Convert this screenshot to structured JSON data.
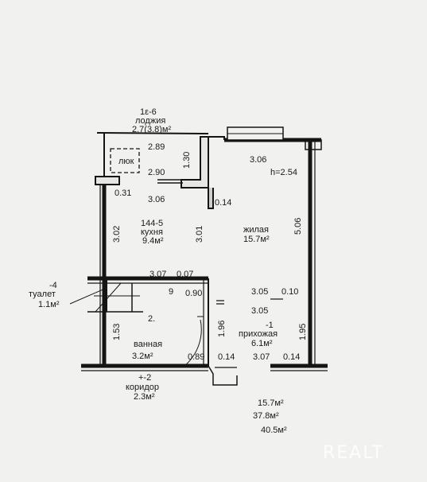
{
  "rooms": {
    "loggia": {
      "num": "1ε-6",
      "name": "лоджия",
      "area": "2.7(3.8)м²"
    },
    "kitchen": {
      "num": "144-5",
      "name": "кухня",
      "area": "9.4м²"
    },
    "living": {
      "name": "жилая",
      "area": "15.7м²"
    },
    "toilet": {
      "num": "-4",
      "name": "туалет",
      "area": "1.1м²"
    },
    "bath": {
      "name": "ванная",
      "area": "3.2м²"
    },
    "hall": {
      "num": "-1",
      "name": "прихожая",
      "area": "6.1м²"
    },
    "corridor": {
      "num": "+-2",
      "name": "коридор",
      "area": "2.3м²"
    }
  },
  "hatch": "люк",
  "ceiling": "h=2.54",
  "dimensions": {
    "d289": "2.89",
    "d130": "1.30",
    "d306a": "3.06",
    "d290": "2.90",
    "d031": "0.31",
    "d306b": "3.06",
    "d014a": "0.14",
    "d302": "3.02",
    "d301": "3.01",
    "d506": "5.06",
    "d307a": "3.07",
    "d007": "0.07",
    "d090": "0.90",
    "d305a": "3.05",
    "d010": "0.10",
    "d305b": "3.05",
    "d153": "1.53",
    "d196": "1.96",
    "d195": "1.95",
    "d089": "0.89",
    "d014b": "0.14",
    "d307b": "3.07",
    "d014c": "0.14",
    "d2x": "2.",
    "d9": "9"
  },
  "totals": [
    "15.7м²",
    "37.8м²",
    "40.5м²"
  ],
  "watermark": "REALT"
}
